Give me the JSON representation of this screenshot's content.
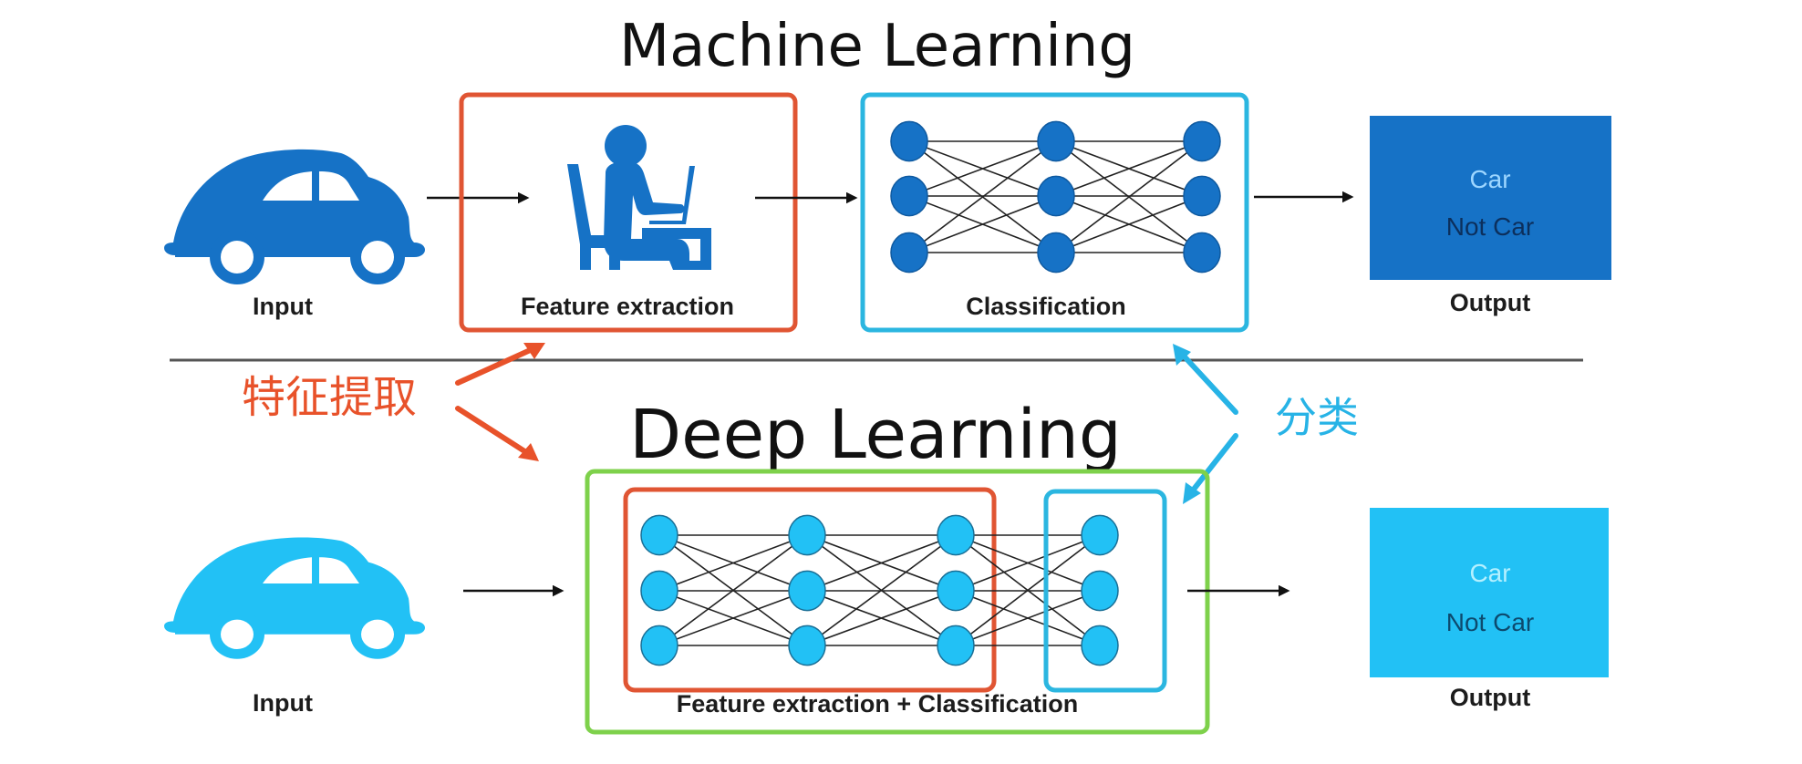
{
  "machine_learning": {
    "title": "Machine Learning",
    "input_label": "Input",
    "feature_extraction_label": "Feature extraction",
    "classification_label": "Classification",
    "output_label": "Output",
    "output_options": [
      "Car",
      "Not Car"
    ],
    "network_layers": [
      3,
      3,
      3
    ]
  },
  "deep_learning": {
    "title": "Deep Learning",
    "input_label": "Input",
    "combined_label": "Feature extraction + Classification",
    "output_label": "Output",
    "output_options": [
      "Car",
      "Not Car"
    ],
    "network_layers": [
      3,
      3,
      3,
      3
    ],
    "feature_extraction_layers": 3,
    "classification_layers": 1
  },
  "annotations": {
    "feature_extraction_cn": "特征提取",
    "classification_cn": "分类"
  },
  "colors": {
    "ml_blue": "#1672c6",
    "dl_blue": "#22c1f5",
    "feature_box": "#e05533",
    "classification_box": "#2bb6e0",
    "deep_box": "#7ed14b",
    "annotation_red": "#e8522a",
    "annotation_blue": "#27b3e6",
    "ml_car_text": "#9dd6ff",
    "ml_notcar_text": "#0c2f5c",
    "dl_car_text": "#b4f0ff",
    "dl_notcar_text": "#0d4a6e"
  }
}
